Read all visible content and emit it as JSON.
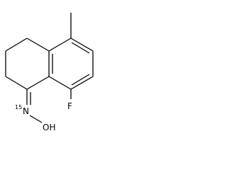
{
  "molecule": {
    "atoms": {
      "fluorine": "F",
      "nitrogen_isotope": "15",
      "nitrogen": "N",
      "hydroxyl": "OH"
    }
  },
  "colors": {
    "background": "#ffffff",
    "ink": "#000000"
  }
}
